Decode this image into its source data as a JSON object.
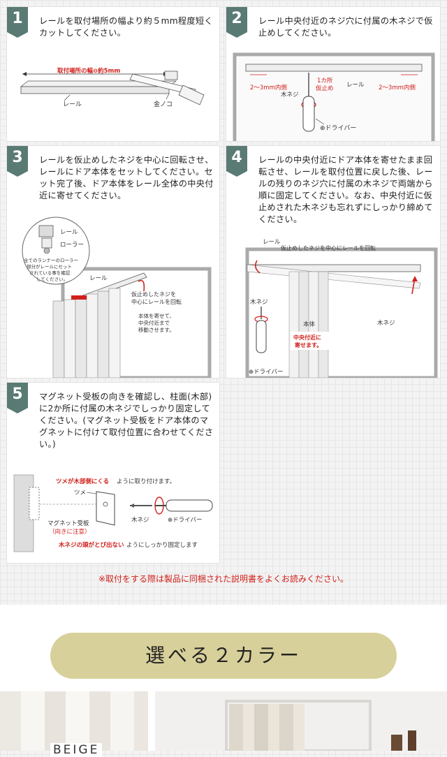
{
  "steps": [
    {
      "number": "1",
      "text": "レールを取付場所の幅より約５mm程度短くカットしてください。",
      "labels": {
        "width": "取付場所の幅⊖約5mm",
        "rail": "レール",
        "saw": "金ノコ"
      }
    },
    {
      "number": "2",
      "text": "レール中央付近のネジ穴に付属の木ネジで仮止めしてください。",
      "labels": {
        "inside_left": "2～3mm内側",
        "inside_right": "2～3mm内側",
        "one_place": "1カ所",
        "temp_fix": "仮止め",
        "rail": "レール",
        "wood_screw": "木ネジ",
        "driver": "⊕ドライバー"
      }
    },
    {
      "number": "3",
      "text": "レールを仮止めしたネジを中心に回転させ、レールにドア本体をセットしてください。セット完了後、ドア本体をレール全体の中央付近に寄せてください。",
      "labels": {
        "rail": "レール",
        "roller": "ローラー",
        "runner_note_1": "全てのランナーのローラー",
        "runner_note_2": "部分がレールにセット",
        "runner_note_3": "されている事を確認",
        "runner_note_4": "してください。",
        "rail2": "レール",
        "rotate_1": "仮止めしたネジを",
        "rotate_2": "中心にレールを回転",
        "move_1": "本体を寄せて、",
        "move_2": "中央付近まで",
        "move_3": "移動させます。"
      }
    },
    {
      "number": "4",
      "text": "レールの中央付近にドア本体を寄せたまま回転させ、レールを取付位置に戻した後、レールの残りのネジ穴に付属の木ネジで両端から順に固定してください。なお、中央付近に仮止めされた木ネジも忘れずにしっかり締めてください。",
      "labels": {
        "rail": "レール",
        "rotate": "仮止めしたネジを中心にレールを回転",
        "wood_screw_left": "木ネジ",
        "wood_screw_right": "木ネジ",
        "body": "本体",
        "center_1": "中央付近に",
        "center_2": "寄せます。",
        "driver": "⊕ドライバー"
      }
    },
    {
      "number": "5",
      "text": "マグネット受板の向きを確認し、柱面(木部)に2か所に付属の木ネジでしっかり固定してください。(マグネット受板をドア本体のマグネットに付けて取付位置に合わせてください。)",
      "labels": {
        "claw_red": "ツメが木部側にくる",
        "claw_black": "ように取り付けます。",
        "claw": "ツメ",
        "wood_screw": "木ネジ",
        "driver": "⊕ドライバー",
        "plate": "マグネット受板",
        "caution": "（向きに注意）",
        "head_red": "木ネジの頭がとび出ない",
        "head_black": "ようにしっかり固定します"
      }
    }
  ],
  "note": "※取付をする際は製品に同梱された説明書をよくお読みください。",
  "colors_heading": "選べる２カラー",
  "color_label": "BEIGE",
  "palette": {
    "badge": "#5a7a74",
    "red": "#d0201b",
    "pill": "#d8d09a"
  }
}
